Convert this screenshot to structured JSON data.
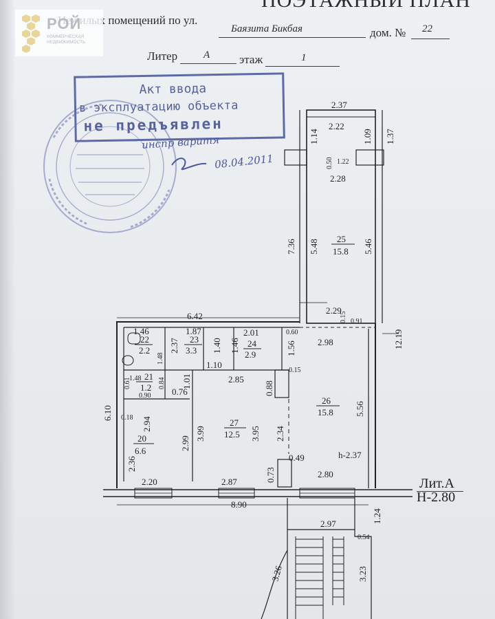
{
  "header": {
    "title": "ПОЭТАЖНЫЙ ПЛАН",
    "premises_label": "Нежилых помещений по ул.",
    "street": "Баязита Бикбая",
    "house_label": "дом. №",
    "house_number": "22",
    "litera_label": "Литер",
    "litera_value": "А",
    "floor_label": "этаж",
    "floor_value": "1"
  },
  "watermark": {
    "brand": "РОЙ",
    "tagline": "коммерческая недвижимость"
  },
  "stamp": {
    "line1": "Акт ввода",
    "line2": "в эксплуатацию объекта",
    "line3": "не предъявлен"
  },
  "signature": {
    "note": "инспр варитя",
    "date": "08.04.2011"
  },
  "litera_block": {
    "label": "Лит.А",
    "height": "H-2.80"
  },
  "rooms": [
    {
      "id": "25",
      "area": "15.8"
    },
    {
      "id": "26",
      "area": "15.8"
    },
    {
      "id": "27",
      "area": "12.5"
    },
    {
      "id": "20",
      "area": "6.6"
    },
    {
      "id": "21",
      "area": "1.2"
    },
    {
      "id": "22",
      "area": "2.2"
    },
    {
      "id": "23",
      "area": "3.3"
    },
    {
      "id": "24",
      "area": "2.9"
    }
  ],
  "dimensions": {
    "d237": "2.37",
    "d222": "2.22",
    "d114": "1.14",
    "d109": "1.09",
    "d137": "1.37",
    "d050": "0.50",
    "d122": "1.22",
    "d228": "2.28",
    "d736": "7.36",
    "d548": "5.48",
    "d546": "5.46",
    "d229": "2.29",
    "d015": "0.15",
    "d091": "0.91",
    "d1219": "12.19",
    "d642": "6.42",
    "d146": "1.46",
    "d187": "1.87",
    "d201": "2.01",
    "d060": "0.60",
    "d298": "2.98",
    "d237b": "2.37",
    "d140": "1.40",
    "d146b": "1.46",
    "d156": "1.56",
    "d148": "1.48",
    "d110": "1.10",
    "d015b": "0.15",
    "d061": "0.61",
    "d148b": "1.48",
    "d084": "0.84",
    "d101": "1.01",
    "d285": "2.85",
    "d088": "0.88",
    "d090": "0.90",
    "d076": "0.76",
    "d610": "6.10",
    "d018": "0.18",
    "d294": "2.94",
    "d299": "2.99",
    "d399": "3.99",
    "d395": "3.95",
    "d234": "2.34",
    "d556": "5.56",
    "d236": "2.36",
    "d049": "0.49",
    "h237": "h-2.37",
    "d073": "0.73",
    "d220": "2.20",
    "d287": "2.87",
    "d280": "2.80",
    "d890": "8.90",
    "d124": "1.24",
    "d297": "2.97",
    "d054": "0.54",
    "d326": "3.26",
    "d323": "3.23"
  }
}
